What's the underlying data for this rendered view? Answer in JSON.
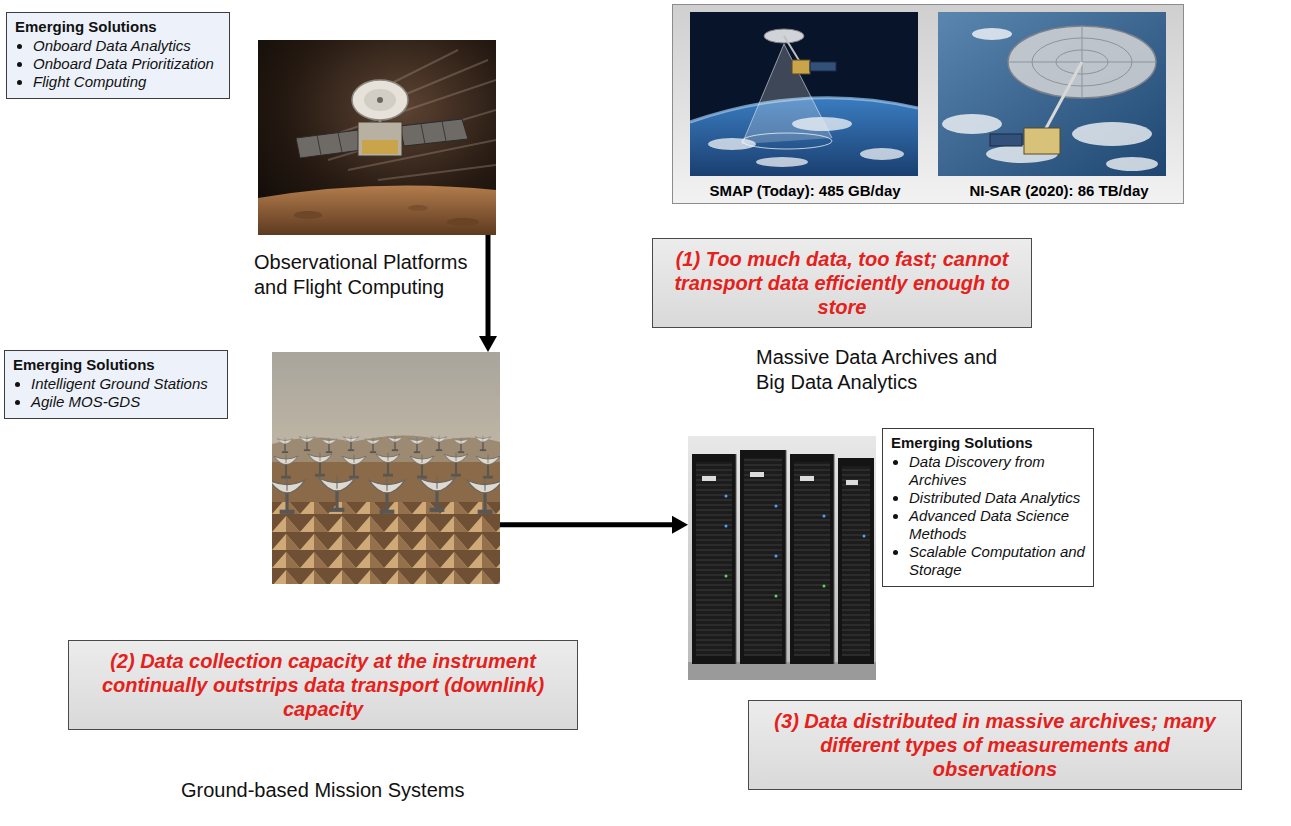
{
  "diagram": {
    "nodes": [
      {
        "text": [
          "Emerging Solutions",
          "Onboard Data Analytics",
          "Onboard Data Prioritization",
          "Flight Computing"
        ]
      },
      {
        "text": [
          "Observational Platforms and Flight Computing"
        ]
      },
      {
        "text": [
          "SMAP (Today): 485 GB/day",
          "NI-SAR (2020): 86 TB/day"
        ]
      },
      {
        "text": [
          "(1) Too much data, too fast; cannot transport data efficiently enough to store"
        ]
      },
      {
        "text": [
          "Emerging Solutions",
          "Intelligent Ground Stations",
          "Agile MOS-GDS"
        ]
      },
      {
        "text": [
          "Ground-based Mission Systems"
        ]
      },
      {
        "text": [
          "Massive Data Archives and Big Data Analytics"
        ]
      },
      {
        "text": [
          "Emerging Solutions",
          "Data Discovery from Archives",
          "Distributed Data Analytics",
          "Advanced Data Science Methods",
          "Scalable Computation and Storage"
        ]
      },
      {
        "text": [
          "(2) Data collection capacity at the instrument continually outstrips data transport (downlink) capacity"
        ]
      },
      {
        "text": [
          "(3) Data distributed in massive archives; many different types of measurements and observations"
        ]
      }
    ],
    "edges": [
      {
        "from": 1,
        "to": 5,
        "arrow": "to"
      },
      {
        "from": 5,
        "to": 6,
        "arrow": "to"
      }
    ]
  }
}
